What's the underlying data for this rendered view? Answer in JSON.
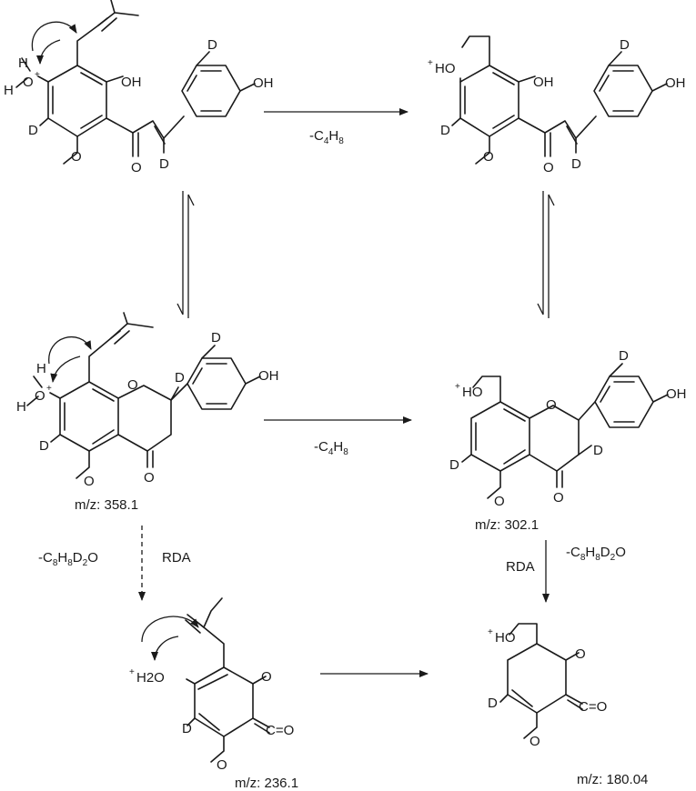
{
  "atoms": {
    "D": "D",
    "OH": "OH",
    "O": "O",
    "H": "H",
    "HO": "HO",
    "H2O": "H2O",
    "plus": "+",
    "CO": "C=O"
  },
  "conditions": {
    "loss_c4h8": "-C4H8",
    "loss_c4h8_base": "-C",
    "loss_c4h8_n1": "4",
    "loss_c4h8_h": "H",
    "loss_c4h8_n2": "8",
    "loss_c8_base": "-C",
    "loss_c8_n1": "8",
    "loss_c8_h": "H",
    "loss_c8_n2": "8",
    "loss_c8_d": "D",
    "loss_c8_n3": "2",
    "loss_c8_o": "O",
    "rda": "RDA"
  },
  "mz": {
    "m358": "m/z: 358.1",
    "m302": "m/z: 302.1",
    "m236": "m/z: 236.1",
    "m180": "m/z: 180.04"
  }
}
